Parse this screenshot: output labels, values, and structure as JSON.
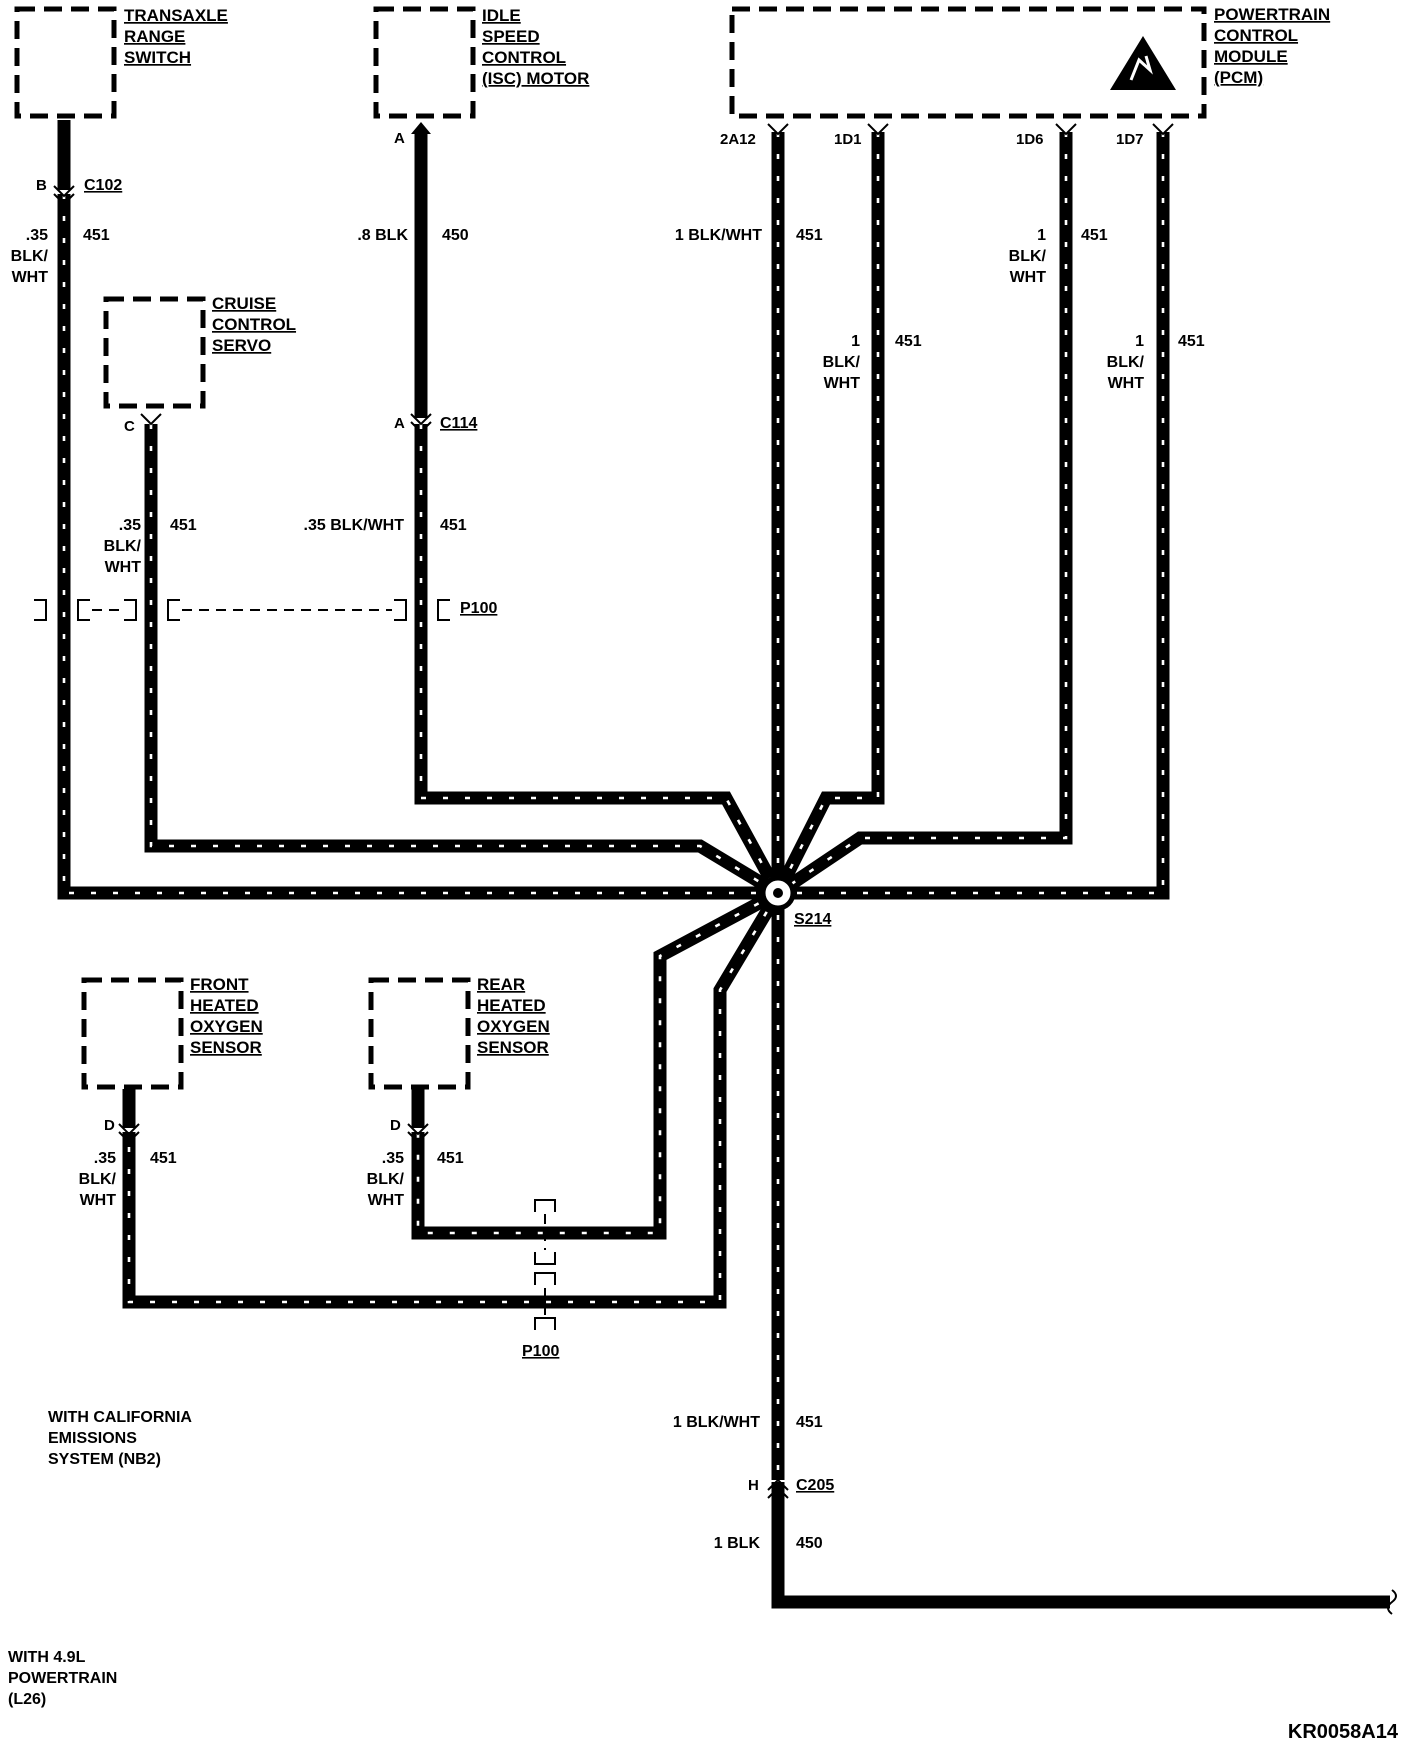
{
  "components": {
    "trs": {
      "line1": "TRANSAXLE",
      "line2": "RANGE",
      "line3": "SWITCH"
    },
    "isc": {
      "line1": "IDLE",
      "line2": "SPEED",
      "line3": "CONTROL",
      "line4": "(ISC) MOTOR"
    },
    "pcm": {
      "line1": "POWERTRAIN",
      "line2": "CONTROL",
      "line3": "MODULE",
      "line4": "(PCM)"
    },
    "cruise": {
      "line1": "CRUISE",
      "line2": "CONTROL",
      "line3": "SERVO"
    },
    "front_o2": {
      "line1": "FRONT",
      "line2": "HEATED",
      "line3": "OXYGEN",
      "line4": "SENSOR"
    },
    "rear_o2": {
      "line1": "REAR",
      "line2": "HEATED",
      "line3": "OXYGEN",
      "line4": "SENSOR"
    }
  },
  "pins": {
    "trs": "B",
    "isc": "A",
    "c114": "A",
    "cruise": "C",
    "pcm_1": "2A12",
    "pcm_2": "1D1",
    "pcm_3": "1D6",
    "pcm_4": "1D7",
    "front_o2": "D",
    "rear_o2": "D",
    "c205": "H"
  },
  "connectors": {
    "c102": "C102",
    "c114": "C114",
    "p100_top": "P100",
    "s214": "S214",
    "p100_bottom": "P100",
    "c205": "C205"
  },
  "wires": {
    "trs": {
      "l1": ".35",
      "l2": "BLK/",
      "l3": "WHT",
      "circuit": "451"
    },
    "isc": {
      "label": ".8 BLK",
      "circuit": "450"
    },
    "c114": {
      "label": ".35 BLK/WHT",
      "circuit": "451"
    },
    "cruise": {
      "l1": ".35",
      "l2": "BLK/",
      "l3": "WHT",
      "circuit": "451"
    },
    "pcm_1": {
      "label": "1 BLK/WHT",
      "circuit": "451"
    },
    "pcm_2": {
      "l1": "1",
      "l2": "BLK/",
      "l3": "WHT",
      "circuit": "451"
    },
    "pcm_3": {
      "l1": "1",
      "l2": "BLK/",
      "l3": "WHT",
      "circuit": "451"
    },
    "pcm_4": {
      "l1": "1",
      "l2": "BLK/",
      "l3": "WHT",
      "circuit": "451"
    },
    "front_o2": {
      "l1": ".35",
      "l2": "BLK/",
      "l3": "WHT",
      "circuit": "451"
    },
    "rear_o2": {
      "l1": ".35",
      "l2": "BLK/",
      "l3": "WHT",
      "circuit": "451"
    },
    "s214_down": {
      "label": "1 BLK/WHT",
      "circuit": "451"
    },
    "c205_down": {
      "label": "1 BLK",
      "circuit": "450"
    }
  },
  "notes": {
    "california": {
      "l1": "WITH CALIFORNIA",
      "l2": "EMISSIONS",
      "l3": "SYSTEM (NB2)"
    },
    "powertrain": {
      "l1": "WITH 4.9L",
      "l2": "POWERTRAIN",
      "l3": "(L26)"
    }
  },
  "diagram_code": "KR0058A14"
}
